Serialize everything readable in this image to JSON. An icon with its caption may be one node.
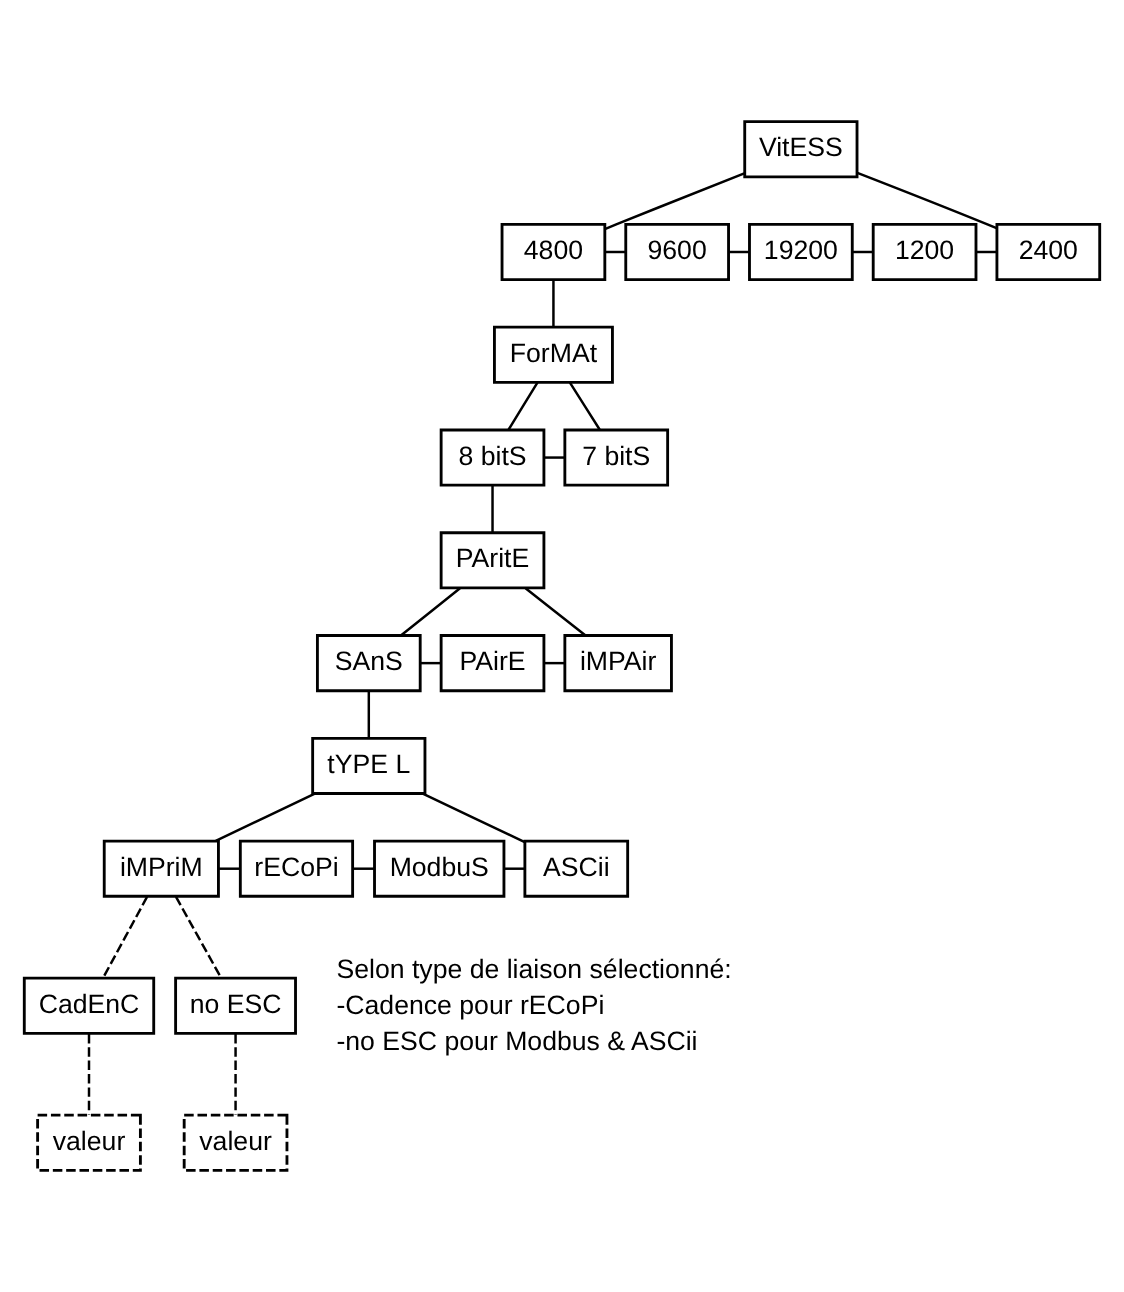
{
  "diagram": {
    "nodes": [
      {
        "text": [
          "VitESS"
        ]
      },
      {
        "text": [
          "4800"
        ]
      },
      {
        "text": [
          "9600"
        ]
      },
      {
        "text": [
          "19200"
        ]
      },
      {
        "text": [
          "1200"
        ]
      },
      {
        "text": [
          "2400"
        ]
      },
      {
        "text": [
          "ForMAt"
        ]
      },
      {
        "text": [
          "8 bitS"
        ]
      },
      {
        "text": [
          "7 bitS"
        ]
      },
      {
        "text": [
          "PAritE"
        ]
      },
      {
        "text": [
          "SAnS"
        ]
      },
      {
        "text": [
          "PAirE"
        ]
      },
      {
        "text": [
          "iMPAir"
        ]
      },
      {
        "text": [
          "tYPE L"
        ]
      },
      {
        "text": [
          "iMPriM"
        ]
      },
      {
        "text": [
          "rECoPi"
        ]
      },
      {
        "text": [
          "ModbuS"
        ]
      },
      {
        "text": [
          "ASCii"
        ]
      },
      {
        "text": [
          "CadEnC"
        ]
      },
      {
        "text": [
          "no ESC"
        ]
      },
      {
        "text": [
          "valeur"
        ]
      },
      {
        "text": [
          "valeur"
        ]
      }
    ],
    "edges": [
      {
        "from": 0,
        "to": 1,
        "arrow": "none"
      },
      {
        "from": 0,
        "to": 5,
        "arrow": "none"
      },
      {
        "from": 1,
        "to": 2,
        "arrow": "none"
      },
      {
        "from": 2,
        "to": 3,
        "arrow": "none"
      },
      {
        "from": 3,
        "to": 4,
        "arrow": "none"
      },
      {
        "from": 4,
        "to": 5,
        "arrow": "none"
      },
      {
        "from": 1,
        "to": 6,
        "arrow": "none"
      },
      {
        "from": 6,
        "to": 7,
        "arrow": "none"
      },
      {
        "from": 6,
        "to": 8,
        "arrow": "none"
      },
      {
        "from": 7,
        "to": 8,
        "arrow": "none"
      },
      {
        "from": 7,
        "to": 9,
        "arrow": "none"
      },
      {
        "from": 9,
        "to": 10,
        "arrow": "none"
      },
      {
        "from": 9,
        "to": 12,
        "arrow": "none"
      },
      {
        "from": 10,
        "to": 11,
        "arrow": "none"
      },
      {
        "from": 11,
        "to": 12,
        "arrow": "none"
      },
      {
        "from": 10,
        "to": 13,
        "arrow": "none"
      },
      {
        "from": 13,
        "to": 14,
        "arrow": "none"
      },
      {
        "from": 13,
        "to": 17,
        "arrow": "none"
      },
      {
        "from": 14,
        "to": 15,
        "arrow": "none"
      },
      {
        "from": 15,
        "to": 16,
        "arrow": "none"
      },
      {
        "from": 16,
        "to": 17,
        "arrow": "none"
      },
      {
        "from": 14,
        "to": 18,
        "arrow": "none",
        "style": "dashed"
      },
      {
        "from": 14,
        "to": 19,
        "arrow": "none",
        "style": "dashed"
      },
      {
        "from": 18,
        "to": 20,
        "arrow": "none",
        "style": "dashed"
      },
      {
        "from": 19,
        "to": 21,
        "arrow": "none",
        "style": "dashed"
      }
    ],
    "labels": [
      "Selon type de liaison sélectionné:",
      "-Cadence pour rECoPi",
      "-no ESC pour Modbus & ASCii"
    ]
  }
}
